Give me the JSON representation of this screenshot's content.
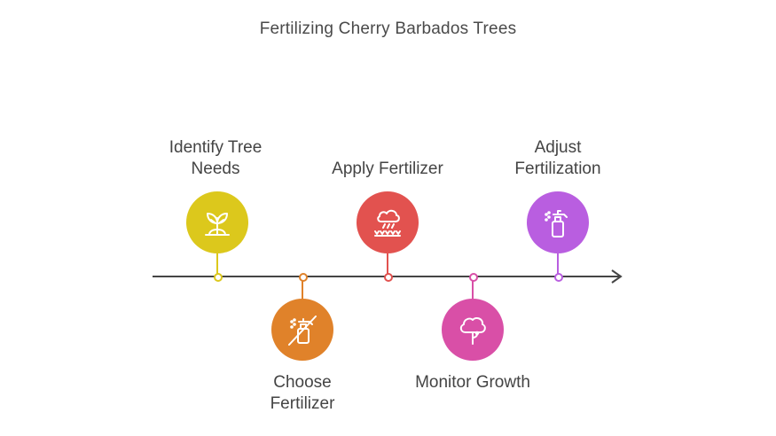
{
  "title": "Fertilizing Cherry Barbados Trees",
  "steps": [
    {
      "label_line1": "Identify Tree",
      "label_line2": "Needs",
      "color": "#DCC81C",
      "icon": "sprout-icon"
    },
    {
      "label_line1": "Choose",
      "label_line2": "Fertilizer",
      "color": "#E0822A",
      "icon": "no-spray-bottle-icon"
    },
    {
      "label_line1": "Apply Fertilizer",
      "label_line2": "",
      "color": "#E2524F",
      "icon": "rain-cloud-icon"
    },
    {
      "label_line1": "Monitor Growth",
      "label_line2": "",
      "color": "#D94FA7",
      "icon": "tree-icon"
    },
    {
      "label_line1": "Adjust",
      "label_line2": "Fertilization",
      "color": "#B95EE0",
      "icon": "spray-bottle-icon"
    }
  ]
}
